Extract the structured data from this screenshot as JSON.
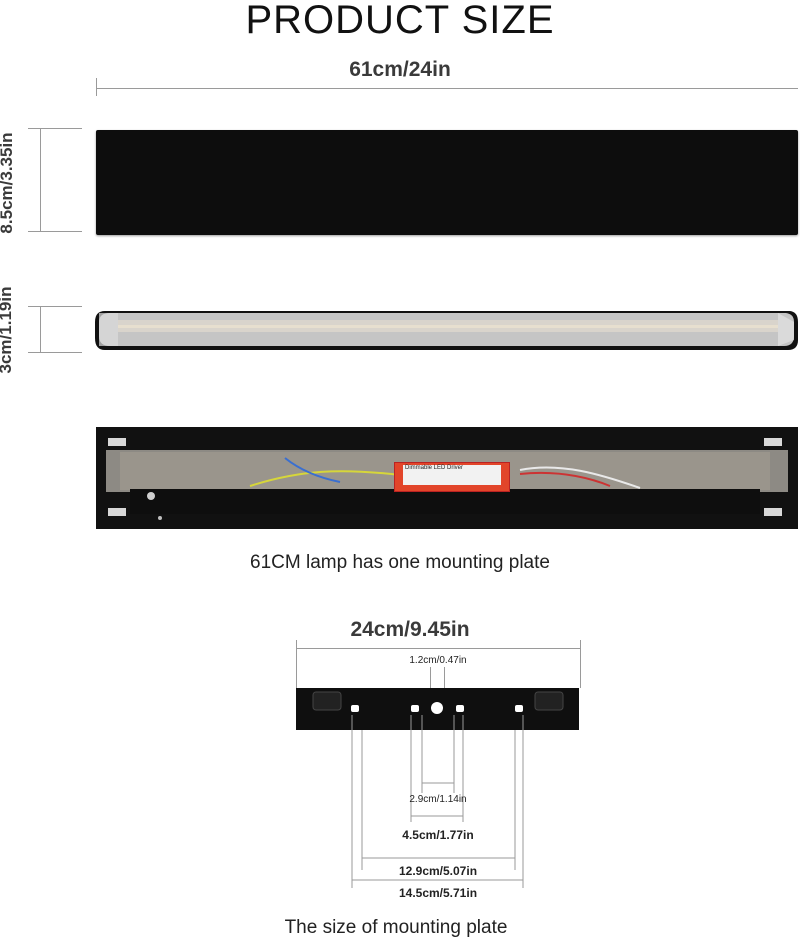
{
  "title": "PRODUCT SIZE",
  "dimensions": {
    "length": "61cm/24in",
    "height": "8.5cm/3.35in",
    "depth": "3cm/1.19in",
    "plate_width": "24cm/9.45in",
    "center_hole": "1.2cm/0.47in",
    "inner_holes": "2.9cm/1.14in",
    "middle_holes": "4.5cm/1.77in",
    "outer_holes": "12.9cm/5.07in",
    "outermost_holes": "14.5cm/5.71in"
  },
  "driver_label": "Dimmable  LED Driver",
  "captions": {
    "lamp": "61CM lamp has one mounting plate",
    "plate": "The size of mounting plate"
  },
  "colors": {
    "lamp_body": "#0d0d0d",
    "diffuser": "#bdbdbd",
    "driver": "#e2452a",
    "dimension_line": "#9a9a9a"
  }
}
